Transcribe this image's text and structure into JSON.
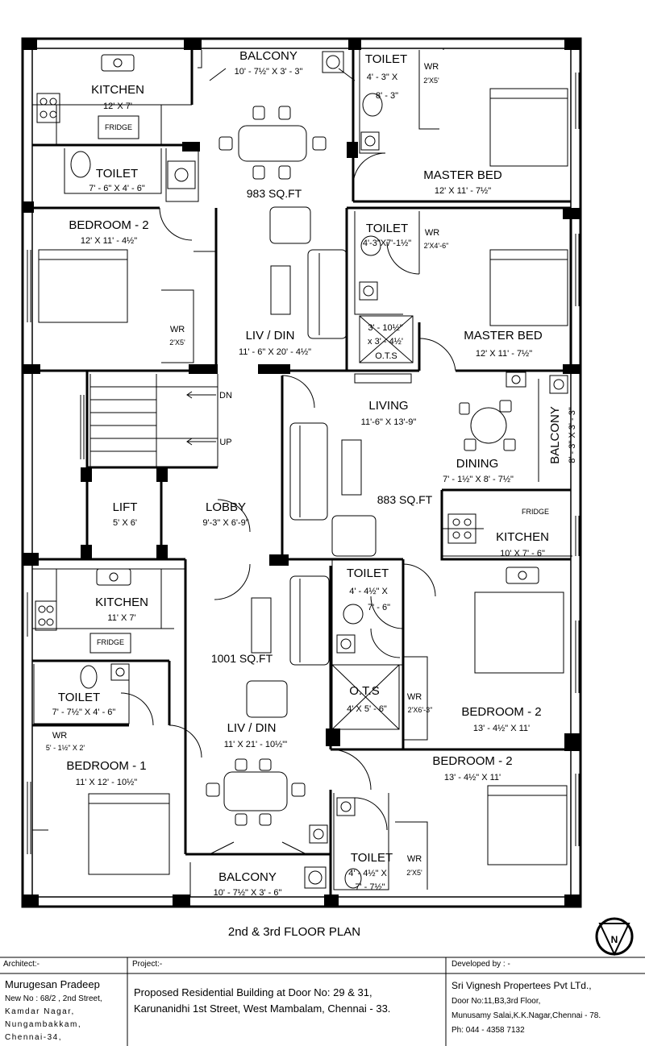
{
  "plan_title": "2nd & 3rd FLOOR PLAN",
  "rooms": {
    "balcony_top": {
      "name": "BALCONY",
      "dims": "10' - 7½\" X 3' - 3\""
    },
    "kitchen_tl": {
      "name": "KITCHEN",
      "dims": "12' X 7'",
      "fridge": "FRIDGE"
    },
    "toilet_tl": {
      "name": "TOILET",
      "dims": "7' - 6\" X 4' - 6\""
    },
    "area_a": "983 SQ.FT",
    "toilet_tr": {
      "name": "TOILET",
      "dims1": "4' - 3\" X",
      "dims2": "8' - 3\"",
      "wr": "WR",
      "wr_dims": "2'X5'"
    },
    "master_bed_1": {
      "name": "MASTER BED",
      "dims": "12' X 11' - 7½\""
    },
    "bedroom2_tl": {
      "name": "BEDROOM - 2",
      "dims": "12' X 11' - 4½\"",
      "wr": "WR",
      "wr_dims": "2'X5'"
    },
    "toilet_mr": {
      "name": "TOILET",
      "dims": "4'-3\"X7'-1½\"",
      "wr": "WR",
      "wr_dims": "2'X4'-6\""
    },
    "ots_top": {
      "name": "O.T.S",
      "dims1": "3' - 10½\"",
      "dims2": "x 3' - 4½'"
    },
    "master_bed_2": {
      "name": "MASTER BED",
      "dims": "12' X 11' - 7½\""
    },
    "liv_din_a": {
      "name": "LIV / DIN",
      "dims": "11' - 6\" X 20' - 4½\""
    },
    "stairs": {
      "dn": "DN",
      "up": "UP"
    },
    "living_b": {
      "name": "LIVING",
      "dims": "11'-6\" X 13'-9\""
    },
    "balcony_right": {
      "name": "BALCONY",
      "dims": "8' - 3\" X 3' - 3\""
    },
    "dining_b": {
      "name": "DINING",
      "dims": "7' - 1½\" X 8' - 7½\""
    },
    "area_b": "883 SQ.FT",
    "lift": {
      "name": "LIFT",
      "dims": "5' X 6'"
    },
    "lobby": {
      "name": "LOBBY",
      "dims": "9'-3\" X 6'-9\""
    },
    "kitchen_r": {
      "name": "KITCHEN",
      "dims": "10' X 7' - 6\"",
      "fridge": "FRIDGE"
    },
    "kitchen_bl": {
      "name": "KITCHEN",
      "dims": "11' X 7'",
      "fridge": "FRIDGE"
    },
    "toilet_c": {
      "name": "TOILET",
      "dims1": "4' - 4½\" X",
      "dims2": "7' - 6\""
    },
    "area_c": "1001 SQ.FT",
    "ots_bottom": {
      "name": "O.T.S",
      "dims": "4' X 5' - 6\""
    },
    "bedroom2_r": {
      "name": "BEDROOM - 2",
      "dims": "13' - 4½\" X 11'",
      "wr": "WR",
      "wr_dims": "2'X6'-3\""
    },
    "toilet_bl": {
      "name": "TOILET",
      "dims": "7' - 7½\" X 4' - 6\"",
      "wr": "WR",
      "wr_dims": "5' - 1½\" X 2'"
    },
    "liv_din_c": {
      "name": "LIV / DIN",
      "dims": "11' X 21' - 10½\"'"
    },
    "bedroom2_br": {
      "name": "BEDROOM - 2",
      "dims": "13' - 4½\" X 11'"
    },
    "bedroom1": {
      "name": "BEDROOM - 1",
      "dims": "11' X 12' - 10½\""
    },
    "toilet_br": {
      "name": "TOILET",
      "dims1": "4' - 4½\" X",
      "dims2": "7' - 7½\"",
      "wr": "WR",
      "wr_dims": "2'X5'"
    },
    "balcony_bottom": {
      "name": "BALCONY",
      "dims": "10' - 7½\" X 3' - 6\""
    }
  },
  "title_block": {
    "architect_label": "Architect:-",
    "architect_name": "Murugesan Pradeep",
    "architect_address": [
      "New No : 68/2 , 2nd Street,",
      "Kamdar Nagar,",
      "Nungambakkam,",
      "Chennai-34,"
    ],
    "project_label": "Project:-",
    "project_lines": [
      "Proposed Residential Building at  Door No: 29 & 31,",
      "Karunanidhi  1st Street, West Mambalam, Chennai - 33."
    ],
    "developer_label": "Developed  by : -",
    "developer_name": "Sri Vignesh Propertees  Pvt  LTd.,",
    "developer_address": [
      "Door No:11,B3,3rd Floor,",
      "Munusamy Salai,K.K.Nagar,Chennai - 78."
    ],
    "developer_phone": "Ph: 044 - 4358 7132"
  },
  "north_symbol": "N"
}
